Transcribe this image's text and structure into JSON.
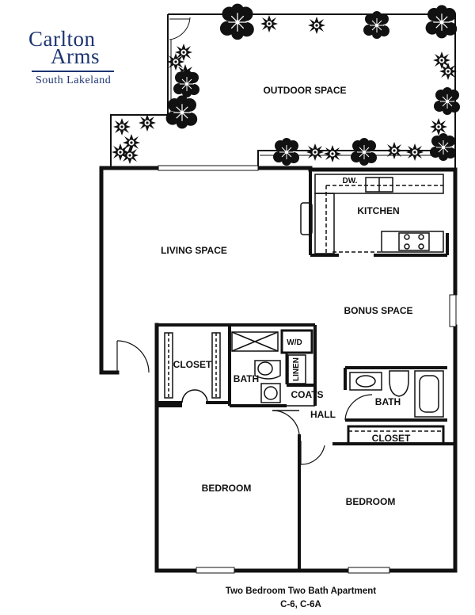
{
  "logo": {
    "line1": "Carlton",
    "line2": "Arms",
    "line3": "South Lakeland",
    "color": "#1d3470"
  },
  "rooms": {
    "outdoor": "OUTDOOR SPACE",
    "kitchen": "KITCHEN",
    "dishwasher": "DW.",
    "living": "LIVING SPACE",
    "bonus": "BONUS SPACE",
    "closet_left": "CLOSET",
    "washer_dryer": "W/D",
    "linen": "LINEN",
    "bath_left": "BATH",
    "coats": "COATS",
    "hall": "HALL",
    "bath_right": "BATH",
    "closet_right": "CLOSET",
    "bedroom_left": "BEDROOM",
    "bedroom_right": "BEDROOM"
  },
  "caption": {
    "line1": "Two Bedroom Two Bath Apartment",
    "line2": "C-6, C-6A"
  }
}
